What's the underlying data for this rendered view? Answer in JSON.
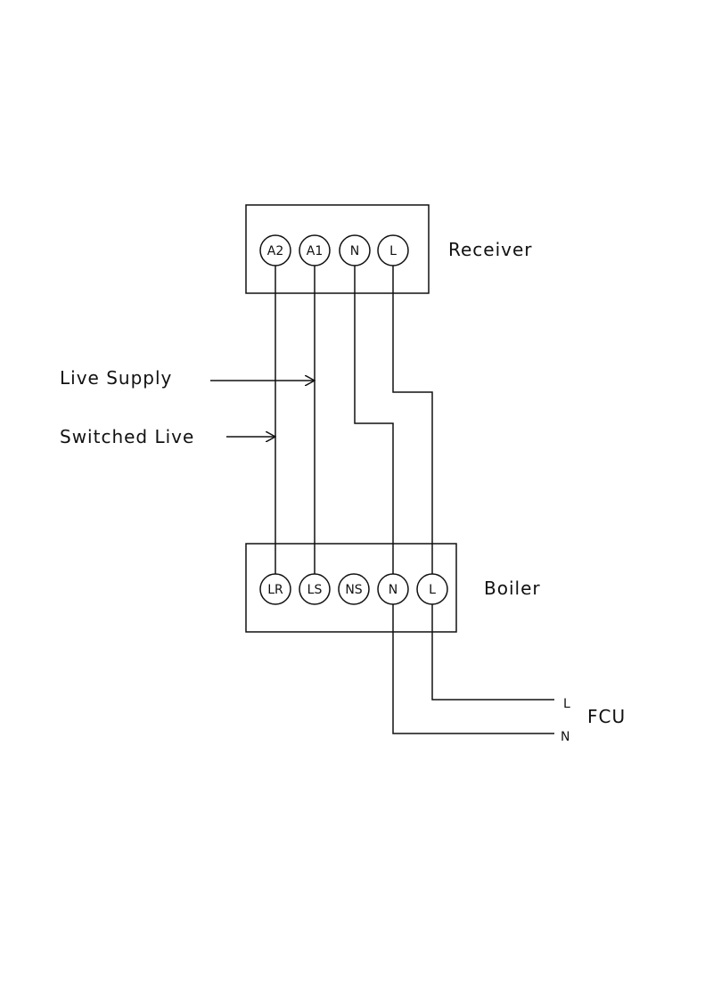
{
  "receiver": {
    "label": "Receiver",
    "terminals": [
      "A2",
      "A1",
      "N",
      "L"
    ]
  },
  "boiler": {
    "label": "Boiler",
    "terminals": [
      "LR",
      "LS",
      "NS",
      "N",
      "L"
    ]
  },
  "annotations": {
    "live_supply": "Live Supply",
    "switched_live": "Switched Live"
  },
  "fcu": {
    "label": "FCU",
    "live": "L",
    "neutral": "N"
  }
}
